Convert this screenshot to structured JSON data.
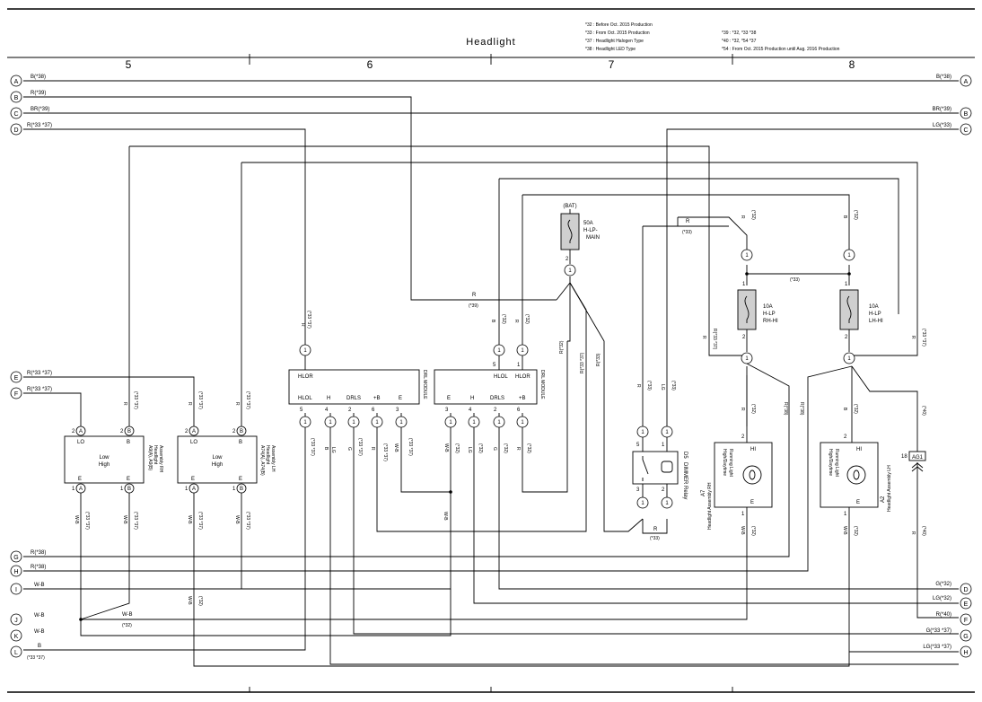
{
  "title": "Headlight",
  "notes_left": [
    "*32 : Before Oct.  2015 Production",
    "*33 : From Oct.  2015 Production",
    "*37 : Headlight Halogen Type",
    "*38 : Headlight LED Type"
  ],
  "notes_right": [
    "*39 : *32,  *33 *38",
    "*40 : *32,  *54 *37",
    "*54 : From Oct.  2015 Production until Aug.  2016 Production"
  ],
  "columns": [
    "5",
    "6",
    "7",
    "8"
  ],
  "left_rails": [
    {
      "letter": "A",
      "wire": "B(*38)"
    },
    {
      "letter": "B",
      "wire": "R(*39)"
    },
    {
      "letter": "C",
      "wire": "BR(*39)"
    },
    {
      "letter": "D",
      "wire": "R(*33 *37)"
    },
    {
      "letter": "E",
      "wire": "R(*33 *37)"
    },
    {
      "letter": "F",
      "wire": "R(*33 *37)"
    },
    {
      "letter": "G",
      "wire": "R(*38)"
    },
    {
      "letter": "H",
      "wire": "R(*38)"
    },
    {
      "letter": "I",
      "wire": "W-B"
    },
    {
      "letter": "J",
      "wire": "W-B"
    },
    {
      "letter": "K",
      "wire": "W-B"
    },
    {
      "letter": "L",
      "wire": "B"
    }
  ],
  "right_rails": [
    {
      "letter": "A",
      "wire": "B(*38)"
    },
    {
      "letter": "B",
      "wire": "BR(*39)"
    },
    {
      "letter": "C",
      "wire": "LG(*33)"
    },
    {
      "letter": "D",
      "wire": "G(*32)"
    },
    {
      "letter": "E",
      "wire": "LG(*32)"
    },
    {
      "letter": "F",
      "wire": "R(*40)"
    },
    {
      "letter": "G",
      "wire": "G(*33 *37)"
    },
    {
      "letter": "H",
      "wire": "LG(*33 *37)"
    }
  ],
  "components": {
    "a1": {
      "title1": "Low",
      "title2": "High",
      "pin_lo": "LO",
      "pin_b": "B",
      "pin_e1": "E",
      "pin_e2": "E",
      "n_lo": "2",
      "n_b": "2",
      "n_e1": "1",
      "n_e2": "1",
      "c1": "A",
      "c2": "B",
      "c3": "A",
      "c4": "B",
      "ref": "A9(A), A9(B)",
      "name1": "Headlight",
      "name2": "Assembly RH"
    },
    "a2": {
      "title1": "Low",
      "title2": "High",
      "pin_lo": "LO",
      "pin_b": "B",
      "pin_e1": "E",
      "pin_e2": "E",
      "n_lo": "2",
      "n_b": "2",
      "n_e1": "1",
      "n_e2": "1",
      "c1": "A",
      "c2": "B",
      "c3": "A",
      "c4": "B",
      "ref": "A74(A), A74(B)",
      "name1": "Headlight",
      "name2": "Assembly LH"
    },
    "drl1": {
      "p1": "HLOR",
      "p2": "HLOL",
      "p3": "H",
      "p4": "DRLS",
      "p5": "+B",
      "p6": "E",
      "n_top": "1",
      "n1": "5",
      "n2": "4",
      "n3": "2",
      "n4": "6",
      "n5": "3",
      "label": "DRL MODULE"
    },
    "drl2": {
      "p1": "E",
      "p2": "H",
      "p3": "DRLS",
      "p4": "+B",
      "p5": "HLOL",
      "p6": "HLOR",
      "n_top1": "5",
      "n_top2": "1",
      "n1": "3",
      "n2": "4",
      "n3": "2",
      "n4": "6",
      "label": "DRL MODULE"
    },
    "fuse_main": {
      "bat": "(BAT)",
      "amps": "50A",
      "name1": "H-LP-",
      "name2": "MAIN",
      "pin": "2",
      "conn": "1"
    },
    "fuse_rh": {
      "amps": "10A",
      "name1": "H-LP",
      "name2": "RH-HI",
      "pin_top": "1",
      "pin_bot": "2"
    },
    "fuse_lh": {
      "amps": "10A",
      "name1": "H-LP",
      "name2": "LH-HI",
      "pin_top": "1",
      "pin_bot": "2"
    },
    "relay": {
      "ref": "D5",
      "name": "DIMMER Relay",
      "n5": "5",
      "n1": "1",
      "n3": "3",
      "n2": "2"
    },
    "hl_rh": {
      "hi": "HI",
      "e": "E",
      "n_top": "2",
      "n_bot": "1",
      "inner1": "High/Daytime",
      "inner2": "Running Light",
      "ref": "A7",
      "name": "Headlight Assembly RH"
    },
    "hl_lh": {
      "hi": "HI",
      "e": "E",
      "n_top": "2",
      "n_bot": "1",
      "inner1": "High/Daytime",
      "inner2": "Running Light",
      "ref": "A2",
      "name": "Headlight Assembly LH"
    },
    "ag1": {
      "pin": "18",
      "label": "AG1"
    }
  },
  "wire_labels": {
    "w_r_3337_a": "R",
    "w_3337_a": "(*33 *37)",
    "w_hlor_r": "R",
    "w_hlor_c": "(*33 *37)",
    "w_b1": "B",
    "w_c1": "(*33 *37)",
    "w_lg1": "LG",
    "w_g1": "G",
    "w_c2": "(*33 *37)",
    "w_r1": "R",
    "w_wb1": "W-B",
    "w_c3": "(*33 *37)",
    "w_wb2": "W-B",
    "w_32a": "(*32)",
    "w_lg2": "LG",
    "w_g2": "G",
    "w_r2": "R",
    "w_32b": "(*32)",
    "w_b2": "B",
    "w_32c": "(*32)",
    "w_r3": "R",
    "w_32d": "(*32)",
    "w_rmain": "R",
    "w_39": "(*39)",
    "w_r43": "R(*32)",
    "w_r3337": "R(*33 *37)",
    "w_r33": "R(*33)",
    "w_relay_r": "R",
    "w_relay_33": "(*33)",
    "w_relay_r2": "R",
    "w_relay_33b": "(*33)",
    "w_rel_r5": "R",
    "w_rel_33a": "(*33)",
    "w_rel_lg": "LG",
    "w_rel_33b": "(*33)",
    "w_fr_r": "R",
    "w_fr_32": "(*32)",
    "w_fl_b": "B",
    "w_fl_32": "(*32)",
    "w_fl_33": "(*33)",
    "w_rh_r": "R(*33 *37)",
    "w_lh_r": "R",
    "w_lh_c": "(*33 *37)",
    "w_rh2_r": "R",
    "w_rh2_32": "(*32)",
    "w_r38": "R(*38)",
    "w_lh2_b": "B",
    "w_lh2_32": "(*32)",
    "w_r40": "R",
    "w_40": "(*40)",
    "w_ag_r": "R",
    "w_ag_40": "(*40)",
    "w_rhwb": "W-B",
    "w_rh32": "(*32)",
    "w_lhwb": "W-B",
    "w_lh32": "(*32)",
    "w_a1r": "R",
    "w_a1c": "(*33 *37)",
    "w_a2r": "R",
    "w_a2c": "(*33 *37)",
    "w_a3r": "R",
    "w_a3c": "(*33 *37)",
    "w_a1wb": "W-B",
    "w_a1wc": "(*33 *37)",
    "w_a2wb": "W-B",
    "w_a2wc": "(*33 *37)",
    "w_a3wb": "W-B",
    "w_a3wc": "(*33 *37)",
    "w_a4wb": "W-B",
    "w_a4wc": "(*33 *37)",
    "w_j_wb": "W-B",
    "w_j_32": "(*32)",
    "w_a5wb": "W-B",
    "w_a5c": "(*32)",
    "w_l_c": "(*33 *37)"
  }
}
